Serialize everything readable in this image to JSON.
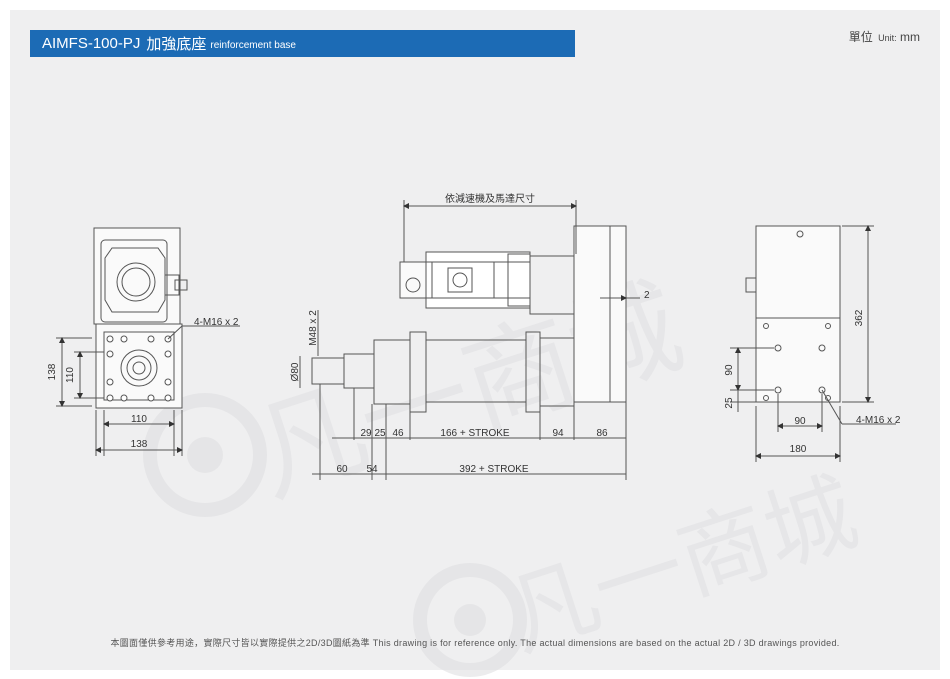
{
  "header": {
    "model": "AIMFS-100-PJ",
    "title_cn": "加強底座",
    "title_en": "reinforcement base"
  },
  "unit": {
    "label_cn": "單位",
    "label_en": "Unit:",
    "value": "mm"
  },
  "dimensions": {
    "front_view": {
      "screw_note": "4-M16 x 2",
      "height_outer": "138",
      "height_inner": "110",
      "width_inner": "110",
      "width_outer": "138"
    },
    "side_view": {
      "motor_reducer_label": "依減速機及馬達尺寸",
      "offset": "2",
      "thread": "M48 x 2",
      "rod_diameter": "Ø80",
      "d29": "29",
      "d25": "25",
      "d46": "46",
      "stroke_section": "166 + STROKE",
      "d94": "94",
      "d86": "86",
      "d60": "60",
      "d54": "54",
      "total_stroke": "392 + STROKE"
    },
    "top_view": {
      "height": "362",
      "d90_vertical": "90",
      "d25_vertical": "25",
      "d90_horizontal": "90",
      "width": "180",
      "screw_note": "4-M16 x 2"
    }
  },
  "watermark": {
    "text": "凡一商城"
  },
  "footer": {
    "note": "本圖面僅供參考用途，實際尺寸皆以實際提供之2D/3D圖紙為準 This drawing is for reference only. The actual dimensions are based on the actual 2D / 3D drawings provided."
  }
}
